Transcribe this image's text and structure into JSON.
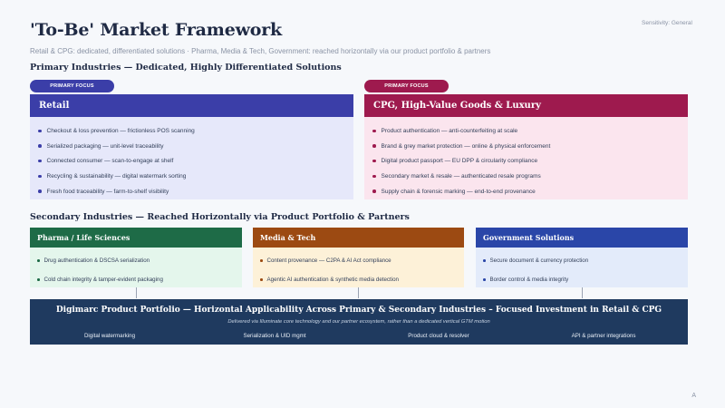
{
  "header": {
    "sensitivity": "Sensitivity: General",
    "title": "'To-Be' Market Framework",
    "subtitle": "Retail & CPG: dedicated, differentiated solutions · Pharma, Media & Tech, Government: reached horizontally via our product portfolio & partners"
  },
  "primary": {
    "heading": "Primary Industries — Dedicated, Highly Differentiated Solutions",
    "cards": [
      {
        "badge": "PRIMARY FOCUS",
        "title": "Retail",
        "color": "#3b3ea8",
        "body_bg": "#e6e8fa",
        "items": [
          "Checkout & loss prevention — frictionless POS scanning",
          "Serialized packaging — unit-level traceability",
          "Connected consumer — scan-to-engage at shelf",
          "Recycling & sustainability — digital watermark sorting",
          "Fresh food traceability — farm-to-shelf visibility"
        ]
      },
      {
        "badge": "PRIMARY FOCUS",
        "title": "CPG, High-Value Goods & Luxury",
        "color": "#9e1a4e",
        "body_bg": "#fbe5ee",
        "items": [
          "Product authentication — anti-counterfeiting at scale",
          "Brand & grey market protection — online & physical enforcement",
          "Digital product passport — EU DPP & circularity compliance",
          "Secondary market & resale — authenticated resale programs",
          "Supply chain & forensic marking — end-to-end provenance"
        ]
      }
    ]
  },
  "secondary": {
    "heading": "Secondary Industries — Reached Horizontally via Product Portfolio & Partners",
    "cards": [
      {
        "title": "Pharma / Life Sciences",
        "color": "#1e6b47",
        "body_bg": "#e4f6ec",
        "items": [
          "Drug authentication & DSCSA serialization",
          "Cold chain integrity & tamper-evident packaging"
        ]
      },
      {
        "title": "Media & Tech",
        "color": "#9c4a12",
        "body_bg": "#fdf1d8",
        "items": [
          "Content provenance — C2PA & AI Act compliance",
          "Agentic AI authentication & synthetic media detection"
        ]
      },
      {
        "title": "Government Solutions",
        "color": "#2a46a8",
        "body_bg": "#e3ebfa",
        "items": [
          "Secure document & currency protection",
          "Border control & media integrity"
        ]
      }
    ]
  },
  "portfolio": {
    "title": "Digimarc Product Portfolio — Horizontal Applicability Across Primary & Secondary Industries – Focused Investment in Retail & CPG",
    "subtitle": "Delivered via Illuminate core technology and our partner ecosystem, rather than a dedicated vertical GTM motion",
    "items": [
      "Digital watermarking",
      "Serialization & UID mgmt",
      "Product cloud & resolver",
      "API & partner integrations"
    ]
  },
  "footer": {
    "page": "A"
  }
}
